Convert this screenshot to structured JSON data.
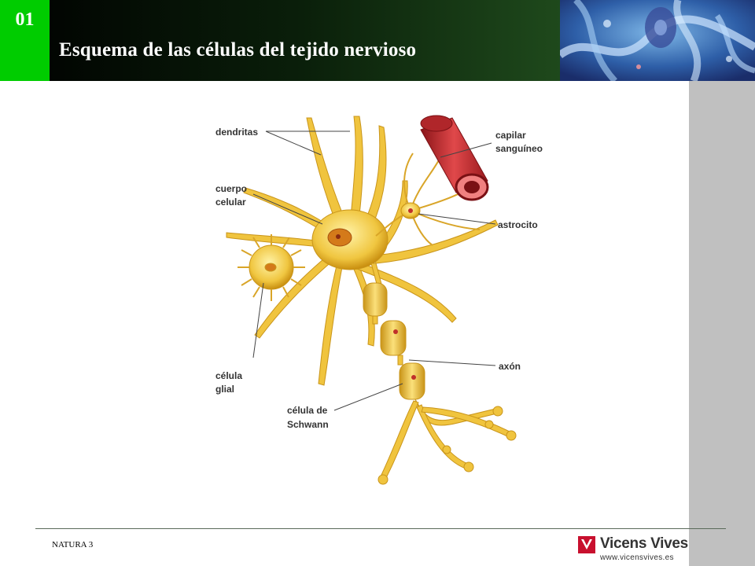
{
  "header": {
    "number": "01",
    "title": "Esquema de las células del tejido nervioso"
  },
  "diagram": {
    "labels": {
      "dendritas": "dendritas",
      "cuerpo_line1": "cuerpo",
      "cuerpo_line2": "celular",
      "capilar_line1": "capilar",
      "capilar_line2": "sanguíneo",
      "astrocito": "astrocito",
      "glial_line1": "célula",
      "glial_line2": "glial",
      "axon": "axón",
      "schwann_line1": "célula de",
      "schwann_line2": "Schwann"
    }
  },
  "footer": {
    "label": "NATURA 3",
    "brand_name": "Vicens Vives",
    "brand_url": "www.vicensvives.es"
  },
  "colors": {
    "accent_green": "#00cc00",
    "neuron_yellow": "#e8b830",
    "capillary_red": "#c0282a"
  }
}
